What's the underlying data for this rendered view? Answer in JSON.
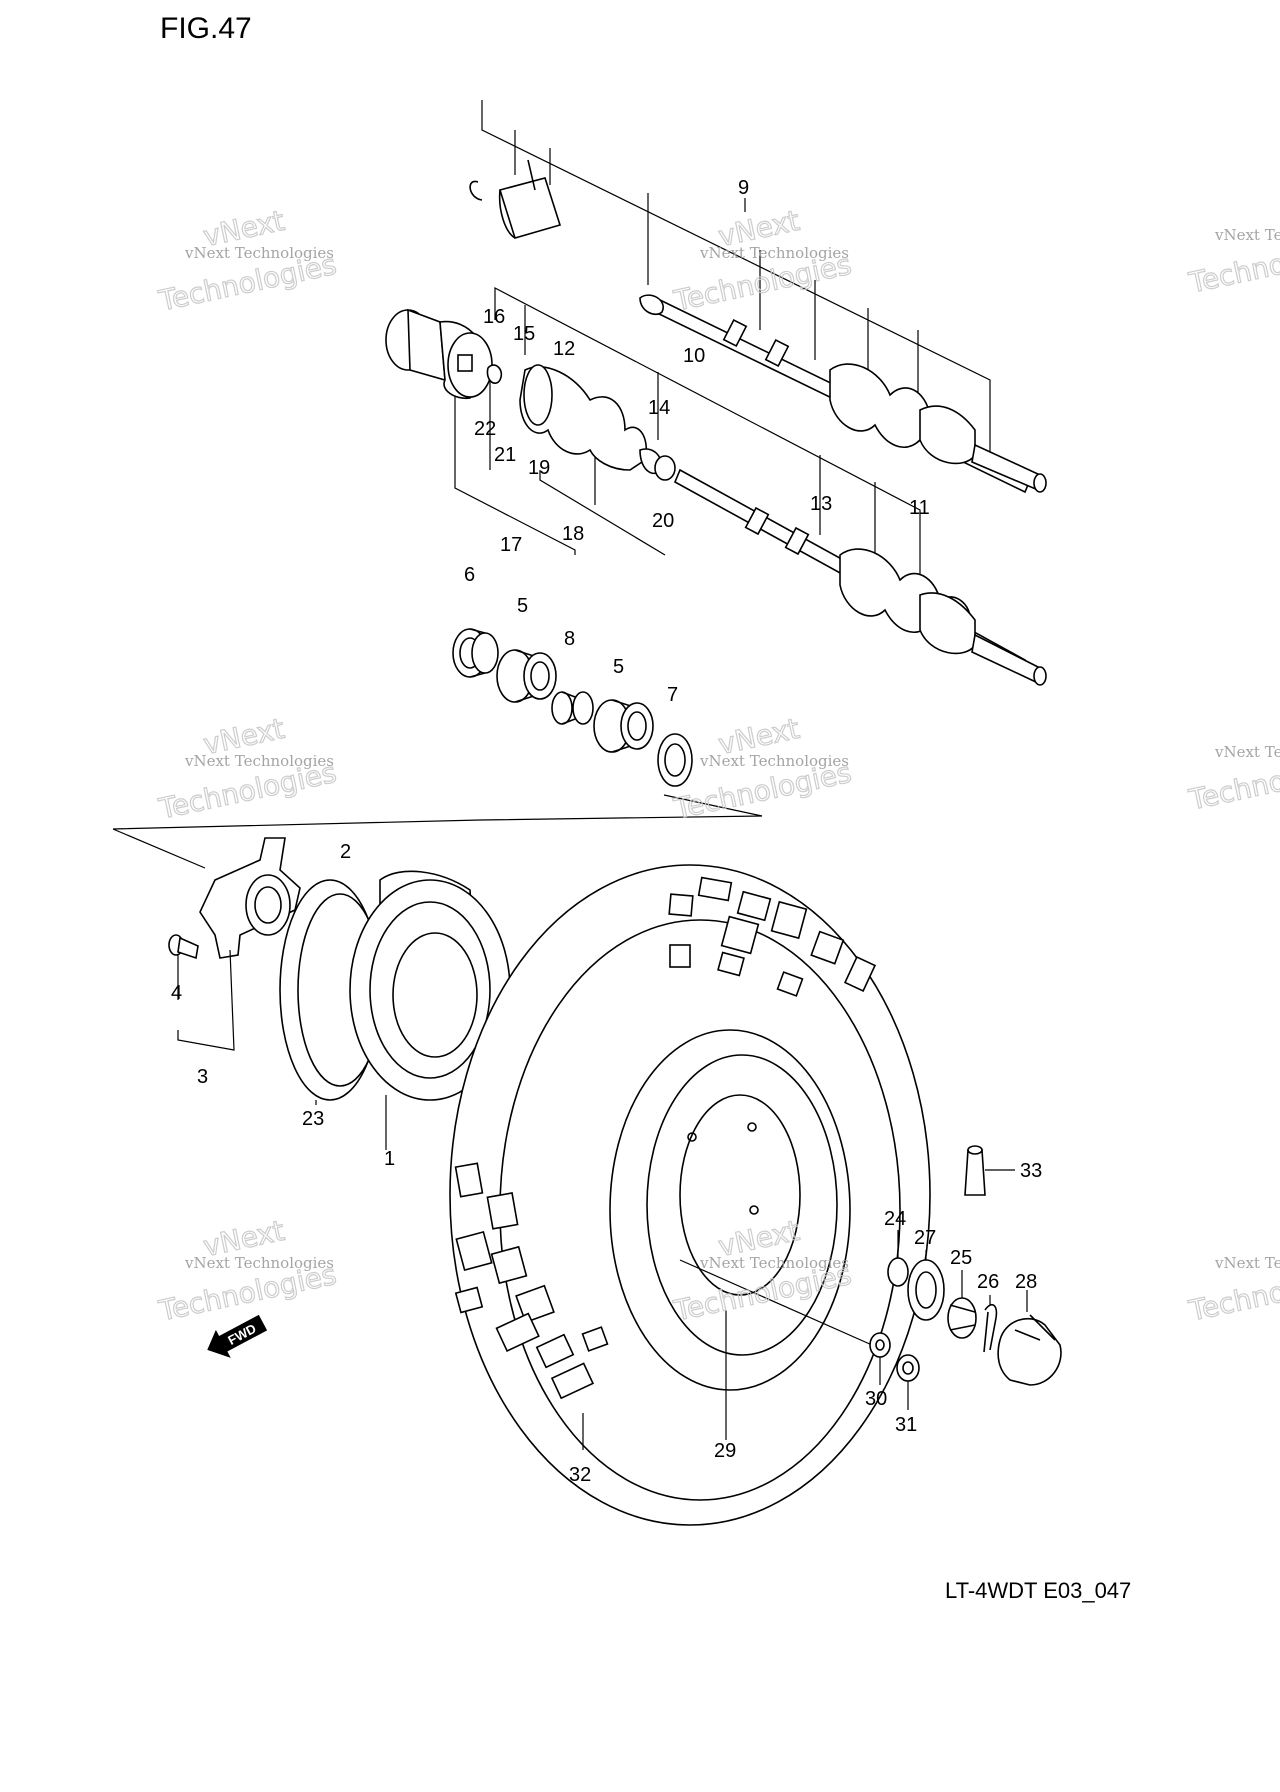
{
  "figure": {
    "title": "FIG.47",
    "code": "LT-4WDT E03_047"
  },
  "watermark": {
    "line1": "vNext Technologies",
    "line2": "vNext",
    "line3": "Technologies"
  },
  "fwd_label": "FWD",
  "callouts": [
    "1",
    "2",
    "3",
    "4",
    "5",
    "5",
    "6",
    "7",
    "8",
    "9",
    "10",
    "11",
    "12",
    "13",
    "14",
    "15",
    "16",
    "17",
    "18",
    "19",
    "20",
    "21",
    "22",
    "23",
    "24",
    "25",
    "26",
    "27",
    "28",
    "29",
    "30",
    "31",
    "32",
    "33"
  ]
}
